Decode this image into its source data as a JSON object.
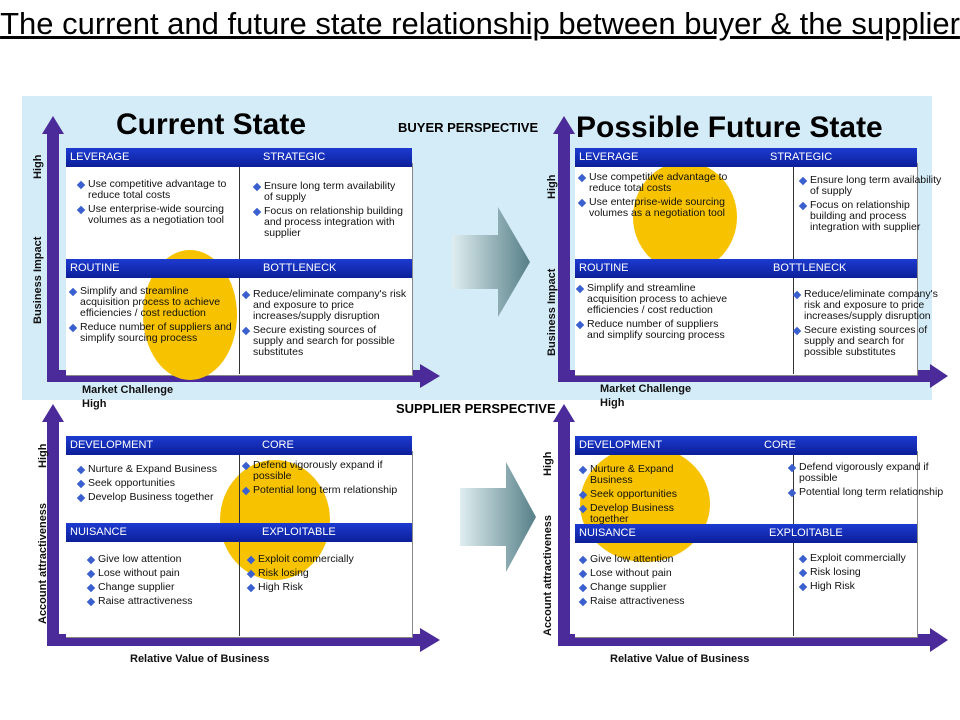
{
  "title": "The current and future state relationship between buyer & the supplier",
  "buyer_perspective": "BUYER PERSPECTIVE",
  "supplier_perspective": "SUPPLIER PERSPECTIVE",
  "current_state": "Current State",
  "future_state": "Possible Future State",
  "axis": {
    "high": "High",
    "business_impact": "Business Impact",
    "market_challenge": "Market Challenge",
    "account_attractiveness": "Account attractiveness",
    "relative_value": "Relative Value of Business"
  },
  "buyer_current": {
    "leverage": "LEVERAGE",
    "strategic": "STRATEGIC",
    "routine": "ROUTINE",
    "bottleneck": "BOTTLENECK",
    "leverage_items": [
      "Use competitive advantage to reduce total costs",
      "Use enterprise-wide sourcing volumes as a negotiation tool"
    ],
    "strategic_items": [
      "Ensure long term availability of supply",
      "Focus on relationship building and process integration with supplier"
    ],
    "routine_items": [
      "Simplify and streamline acquisition process to achieve efficiencies / cost reduction",
      "Reduce number of suppliers and simplify sourcing process"
    ],
    "bottleneck_items": [
      "Reduce/eliminate company's risk and exposure to price increases/supply disruption",
      "Secure existing sources of supply and search for possible substitutes"
    ]
  },
  "buyer_future": {
    "leverage": "LEVERAGE",
    "strategic": "STRATEGIC",
    "routine": "ROUTINE",
    "bottleneck": "BOTTLENECK",
    "leverage_items": [
      "Use competitive advantage to reduce total costs",
      "Use enterprise-wide sourcing volumes as a negotiation tool"
    ],
    "strategic_items": [
      "Ensure long term availability of supply",
      "Focus on relationship building and process integration with supplier"
    ],
    "routine_items": [
      "Simplify and streamline acquisition process to achieve efficiencies / cost reduction",
      "Reduce number of suppliers and simplify sourcing process"
    ],
    "bottleneck_items": [
      "Reduce/eliminate company's risk and exposure to price increases/supply disruption",
      "Secure existing sources of supply and search for possible substitutes"
    ]
  },
  "supplier_current": {
    "development": "DEVELOPMENT",
    "core": "CORE",
    "nuisance": "NUISANCE",
    "exploitable": "EXPLOITABLE",
    "development_items": [
      "Nurture & Expand Business",
      "Seek opportunities",
      "Develop Business together"
    ],
    "core_items": [
      "Defend vigorously expand if possible",
      "Potential long term relationship"
    ],
    "nuisance_items": [
      "Give low attention",
      "Lose without pain",
      "Change supplier",
      "Raise attractiveness"
    ],
    "exploitable_items": [
      "Exploit commercially",
      "Risk losing",
      "High Risk"
    ]
  },
  "supplier_future": {
    "development": "DEVELOPMENT",
    "core": "CORE",
    "nuisance": "NUISANCE",
    "exploitable": "EXPLOITABLE",
    "development_items": [
      "Nurture & Expand Business",
      "Seek opportunities",
      "Develop Business together"
    ],
    "core_items": [
      "Defend vigorously expand if possible",
      "Potential long term relationship"
    ],
    "nuisance_items": [
      "Give low attention",
      "Lose without pain",
      "Change supplier",
      "Raise attractiveness"
    ],
    "exploitable_items": [
      "Exploit commercially",
      "Risk losing",
      "High Risk"
    ]
  },
  "colors": {
    "header_blue": "#1030b8",
    "axis_purple": "#4b2a9a",
    "oval_gold": "#f7c200",
    "band": "#d4ecf8"
  }
}
